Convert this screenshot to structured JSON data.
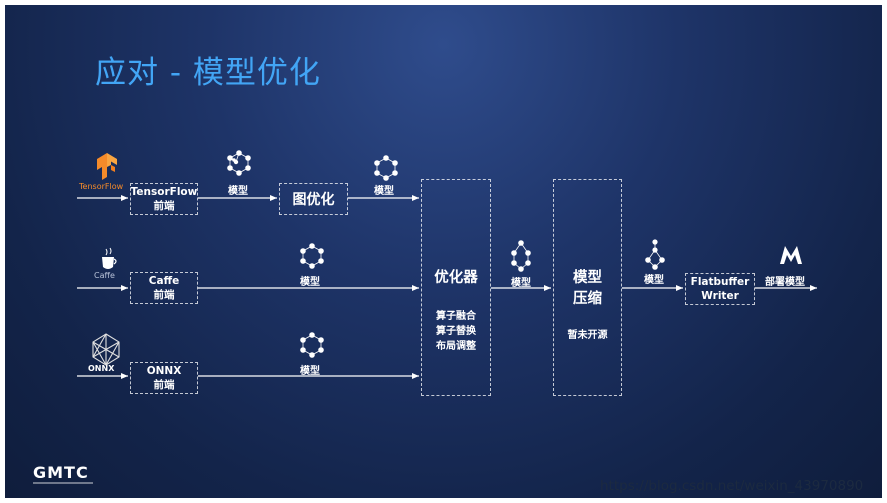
{
  "title": "应对 - 模型优化",
  "sources": {
    "tensorflow_label": "TensorFlow",
    "caffe_label": "Caffe",
    "onnx_label": "ONNX"
  },
  "frontends": {
    "tf_l1": "TensorFlow",
    "tf_l2": "前端",
    "caffe_l1": "Caffe",
    "caffe_l2": "前端",
    "onnx_l1": "ONNX",
    "onnx_l2": "前端"
  },
  "graph_opt": "图优化",
  "model_label": "模型",
  "optimizer": {
    "title": "优化器",
    "lines": [
      "算子融合",
      "算子替换",
      "布局调整"
    ]
  },
  "compression": {
    "line1": "模型",
    "line2": "压缩",
    "note": "暂未开源"
  },
  "writer": {
    "l1": "Flatbuffer",
    "l2": "Writer"
  },
  "deploy_label": "部署模型",
  "footer_logo": "GMTC",
  "watermark": "https://blog.csdn.net/weixin_43970890",
  "colors": {
    "title": "#42a5f5",
    "tensorflow_orange": "#f58b2a",
    "line": "#ffffff"
  }
}
